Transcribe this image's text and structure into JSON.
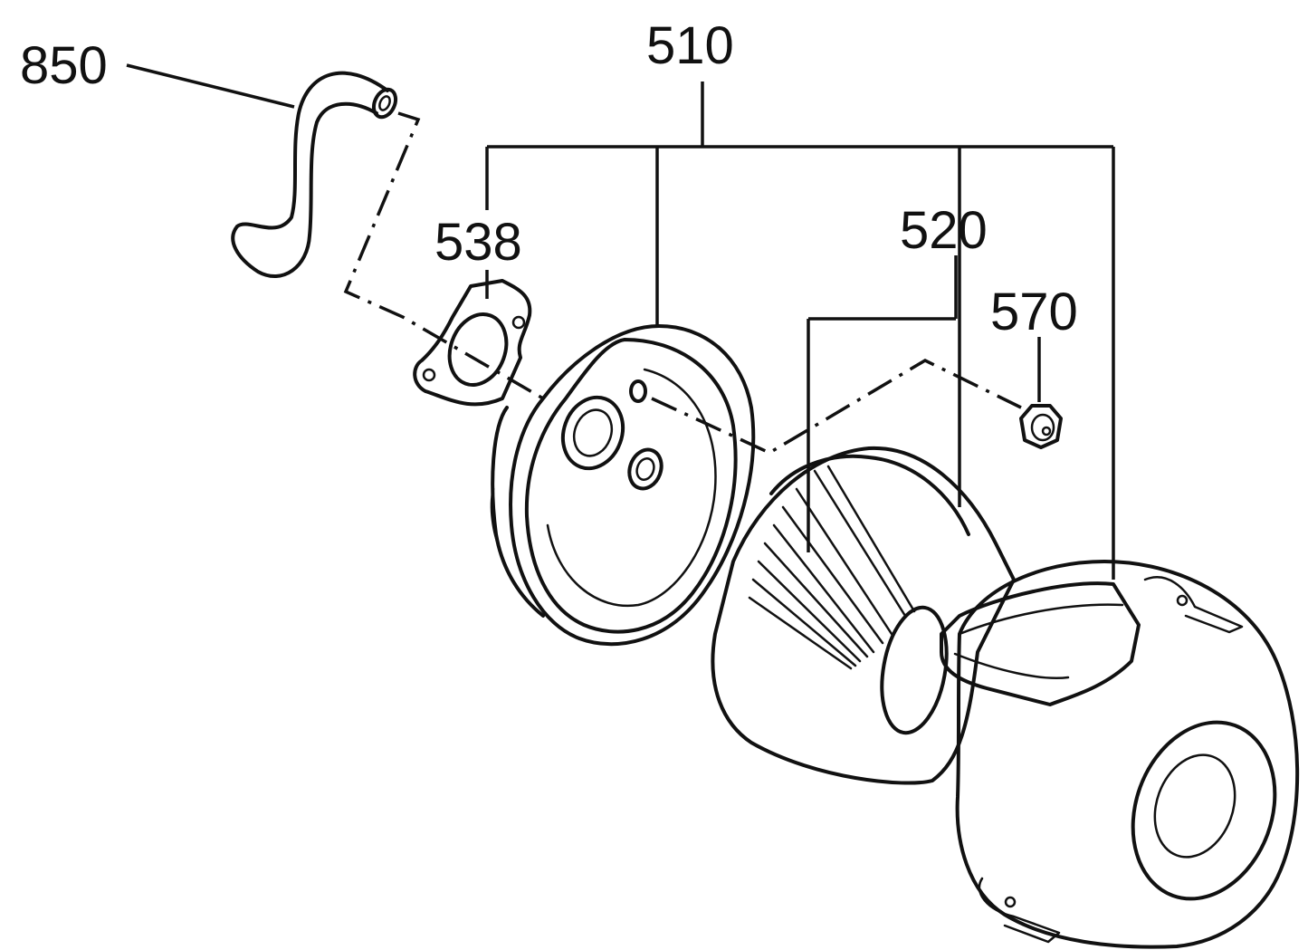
{
  "labels": {
    "part_850": "850",
    "part_510": "510",
    "part_538": "538",
    "part_520": "520",
    "part_570": "570"
  },
  "colors": {
    "ink": "#111111",
    "paper": "#ffffff"
  }
}
